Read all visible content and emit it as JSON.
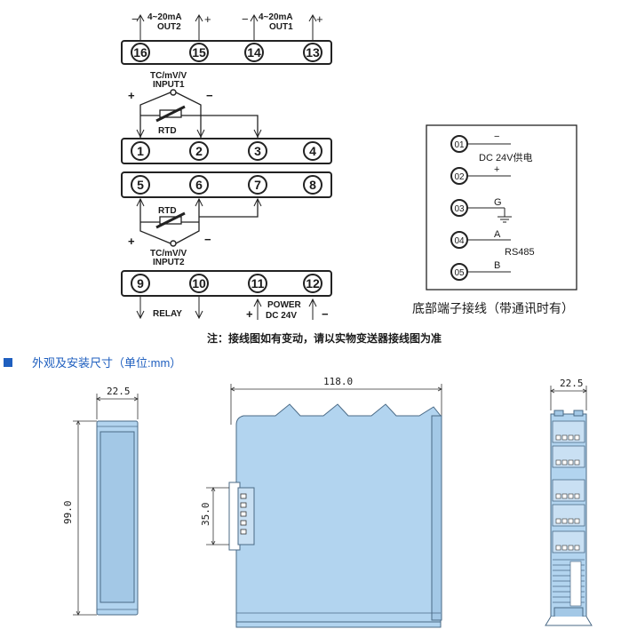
{
  "top_terminals": {
    "out2_label": "4~20mA",
    "out2_sub": "OUT2",
    "out1_label": "4~20mA",
    "out1_sub": "OUT1",
    "minus": "−",
    "plus": "+",
    "numbers": [
      "16",
      "15",
      "14",
      "13"
    ]
  },
  "input1": {
    "label_line1": "TC/mV/V",
    "label_line2": "INPUT1",
    "rtd": "RTD",
    "plus": "+",
    "minus": "−"
  },
  "row_a_numbers": [
    "1",
    "2",
    "3",
    "4"
  ],
  "row_b_numbers": [
    "5",
    "6",
    "7",
    "8"
  ],
  "input2": {
    "label_line1": "TC/mV/V",
    "label_line2": "INPUT2",
    "rtd": "RTD",
    "plus": "+",
    "minus": "−"
  },
  "bottom_terminals": {
    "numbers": [
      "9",
      "10",
      "11",
      "12"
    ],
    "relay": "RELAY",
    "power_line1": "POWER",
    "power_line2": "DC 24V",
    "plus": "+",
    "minus": "−"
  },
  "bottom_panel": {
    "pins": [
      "01",
      "02",
      "03",
      "04",
      "05"
    ],
    "pin1_sign": "−",
    "dc_label": "DC 24V供电",
    "pin2_sign": "+",
    "g_label": "G",
    "a_label": "A",
    "rs485": "RS485",
    "b_label": "B",
    "caption": "底部端子接线（带通讯时有）"
  },
  "note": "注：接线图如有变动，请以实物变送器接线图为准",
  "section_title": "外观及安装尺寸（单位:mm）",
  "dimensions": {
    "left_width": "22.5",
    "left_height": "99.0",
    "middle_width": "118.0",
    "middle_rail": "35.0",
    "right_width": "22.5"
  },
  "colors": {
    "housing": "#b2d4ef",
    "section_square": "#1f5fbf"
  }
}
